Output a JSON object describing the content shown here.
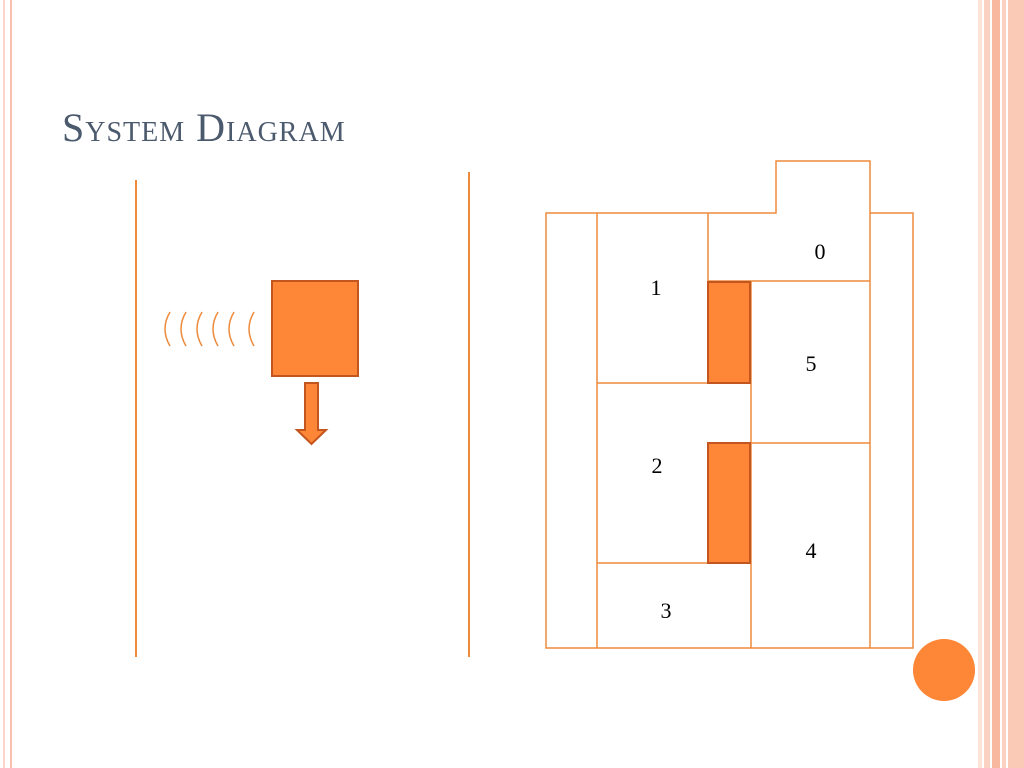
{
  "slide": {
    "title": "System Diagram"
  },
  "colors": {
    "accent": "#fd8637",
    "accent_dark": "#c3561e",
    "line": "#ee8a3c",
    "title": "#4c5a6e",
    "border_light": "#fbd6c8",
    "border_mid": "#f7c1ae",
    "border_strong": "#f5a98c"
  },
  "diagram": {
    "rooms": [
      {
        "id": "0",
        "label": "0"
      },
      {
        "id": "1",
        "label": "1"
      },
      {
        "id": "2",
        "label": "2"
      },
      {
        "id": "3",
        "label": "3"
      },
      {
        "id": "4",
        "label": "4"
      },
      {
        "id": "5",
        "label": "5"
      }
    ]
  }
}
